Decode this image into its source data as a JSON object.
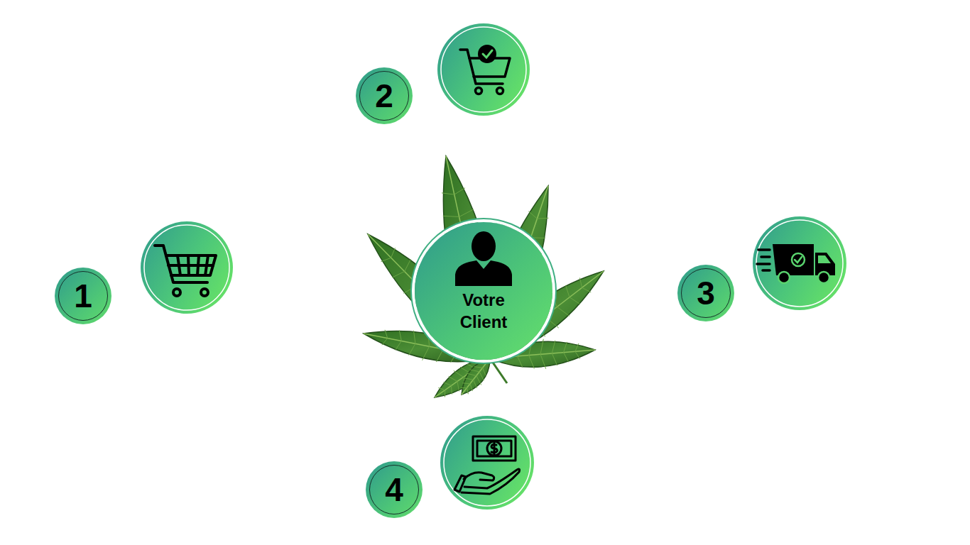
{
  "diagram": {
    "nodes": [
      {
        "text": [
          "2"
        ]
      },
      {
        "text": [
          "1"
        ]
      },
      {
        "text": [
          "Votre Client"
        ]
      },
      {
        "text": [
          "3"
        ]
      },
      {
        "text": [
          "4"
        ]
      }
    ]
  }
}
